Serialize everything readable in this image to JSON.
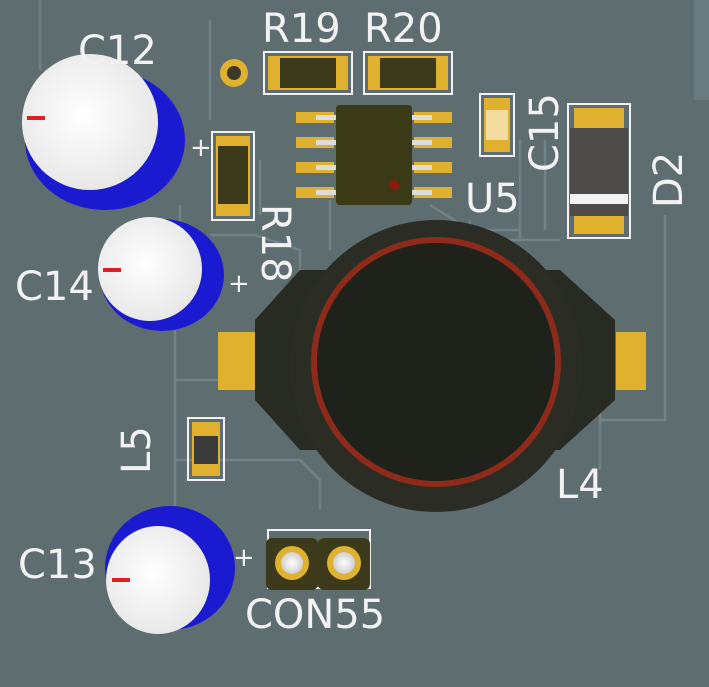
{
  "board": {
    "colors": {
      "background": "#5d6d70",
      "trace": "#6e8184",
      "silkscreen": "#f2f2f2",
      "pad_gold": "#e0b12f",
      "cap_blue": "#1f1fd8",
      "inductor_ring": "#8e2a1a",
      "polarity_red": "#e02020"
    },
    "labels": {
      "c12": "C12",
      "c14": "C14",
      "c13": "C13",
      "r19": "R19",
      "r20": "R20",
      "c15": "C15",
      "u5": "U5",
      "d2": "D2",
      "r18": "R18",
      "l5": "L5",
      "l4": "L4",
      "con55": "CON55"
    },
    "plus_sign": "+"
  }
}
